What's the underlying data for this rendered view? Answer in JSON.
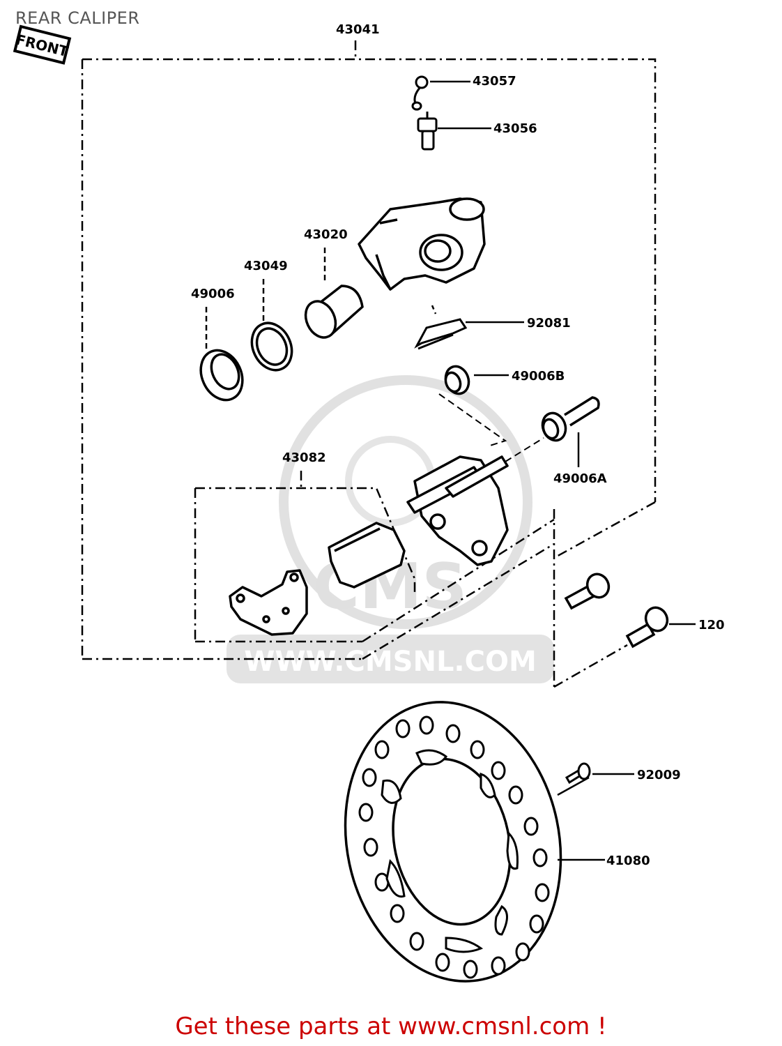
{
  "title": "REAR CALIPER",
  "watermark": {
    "logo_text": "CMS",
    "url_text": "WWW.CMSNL.COM"
  },
  "front_badge": "FRONT",
  "part_labels": {
    "p43041": "43041",
    "p43057": "43057",
    "p43056": "43056",
    "p43020": "43020",
    "p43049": "43049",
    "p49006": "49006",
    "p92081": "92081",
    "p49006B": "49006B",
    "p49006A": "49006A",
    "p43082": "43082",
    "p120": "120",
    "p92009": "92009",
    "p41080": "41080"
  },
  "footer": "Get these parts at www.cmsnl.com !",
  "colors": {
    "footer": "#cc0000",
    "watermark": "#d9d9d9",
    "line": "#000000",
    "title": "#555555"
  }
}
